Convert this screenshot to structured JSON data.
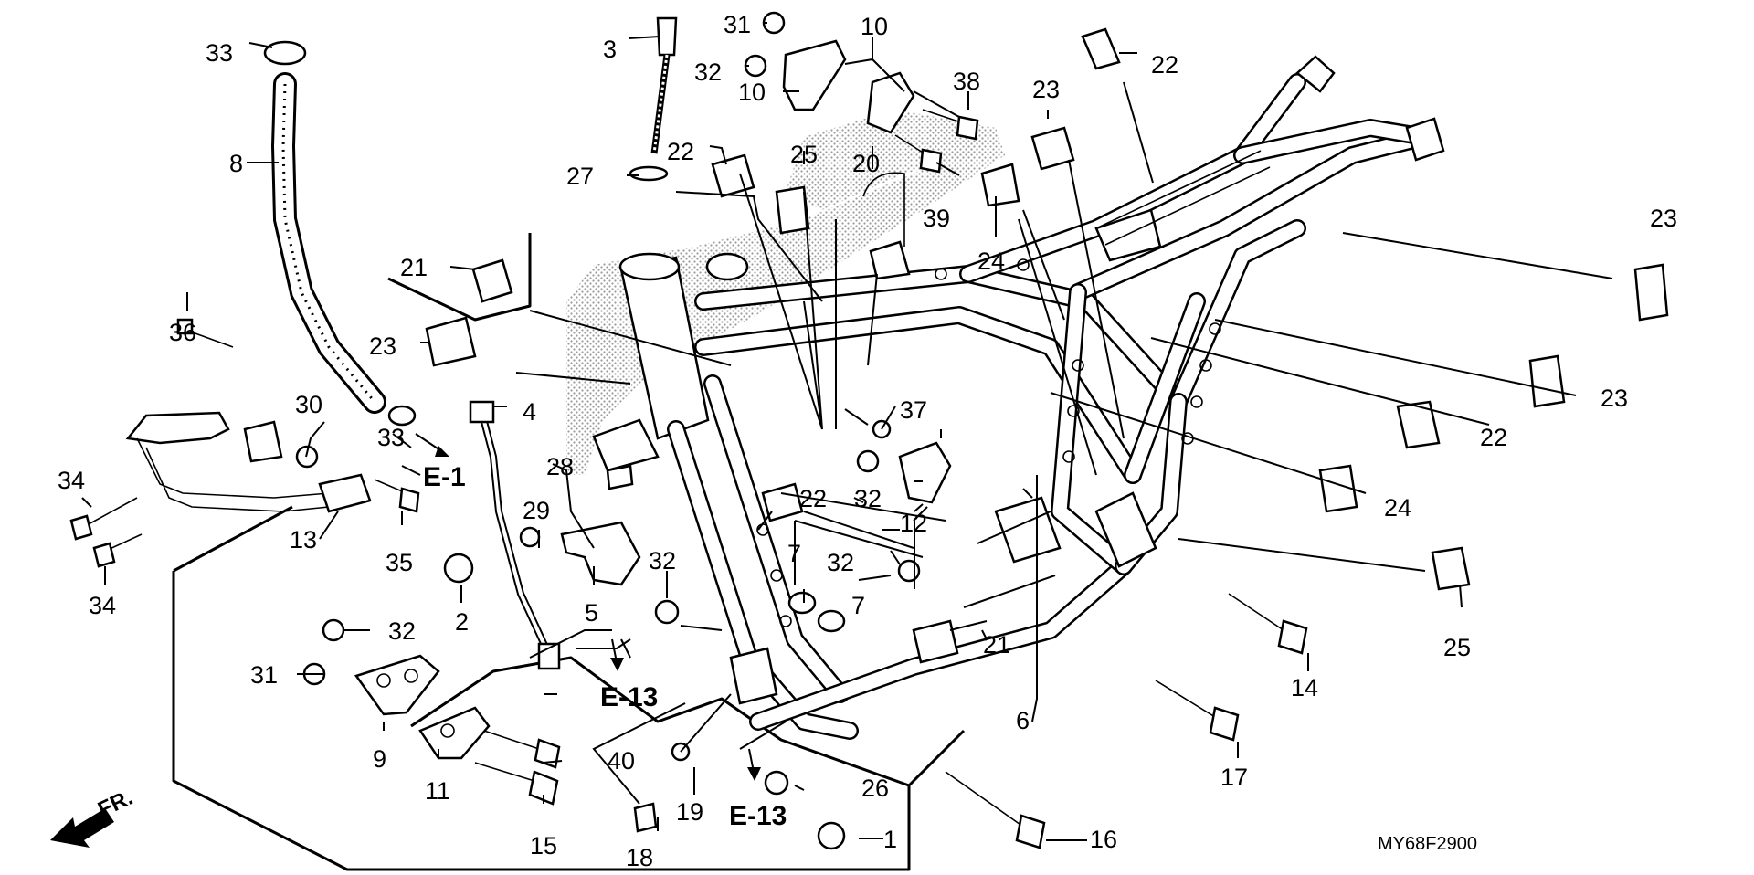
{
  "diagram": {
    "code": "MY68F2900",
    "front_label": "FR.",
    "callouts": [
      "1",
      "2",
      "3",
      "4",
      "5",
      "6",
      "7",
      "8",
      "9",
      "10",
      "11",
      "12",
      "13",
      "14",
      "15",
      "16",
      "17",
      "18",
      "19",
      "20",
      "21",
      "22",
      "23",
      "24",
      "25",
      "26",
      "27",
      "28",
      "29",
      "30",
      "31",
      "32",
      "33",
      "34",
      "35",
      "36",
      "37",
      "38",
      "39",
      "40"
    ],
    "references": [
      "E-1",
      "E-13"
    ]
  },
  "colors": {
    "ink": "#000000",
    "paper": "#ffffff",
    "stipple": "#9a9a9a"
  },
  "icons": [
    "front-arrow-icon"
  ]
}
